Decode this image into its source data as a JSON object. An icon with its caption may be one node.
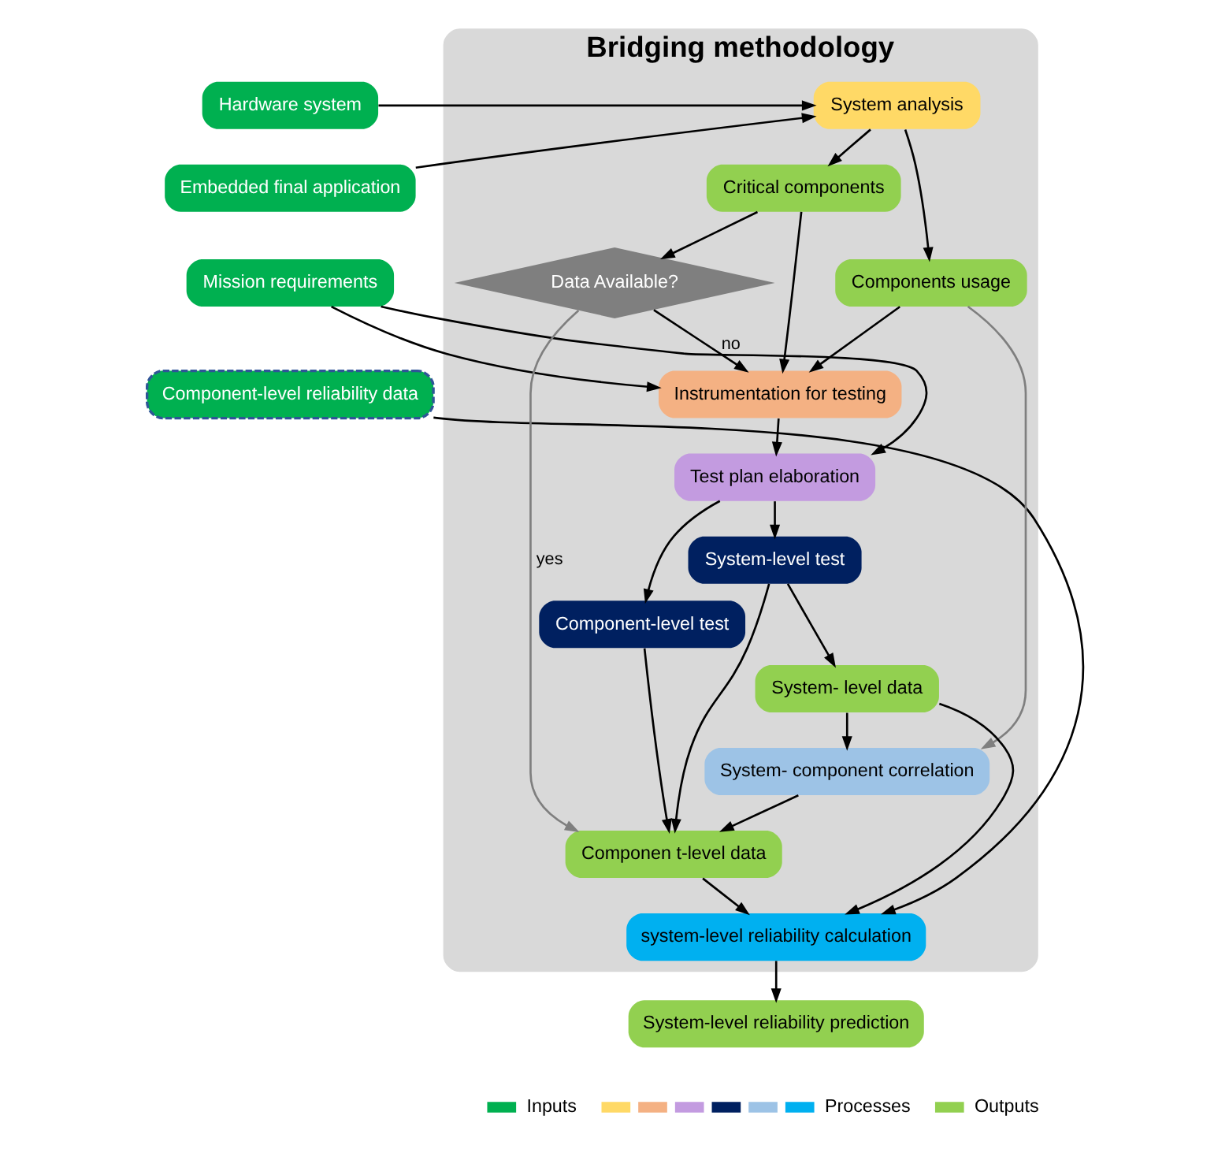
{
  "diagram": {
    "nodes": [
      {
        "text": [
          "Bridging methodology"
        ]
      },
      {
        "text": [
          "Hardware system"
        ]
      },
      {
        "text": [
          "Embedded final application"
        ]
      },
      {
        "text": [
          "System analysis"
        ],
        "in": 0
      },
      {
        "text": [
          "Critical components"
        ],
        "in": 0
      },
      {
        "text": [
          "Components usage"
        ],
        "in": 0
      },
      {
        "text": [
          "Data Available?"
        ],
        "in": 0
      },
      {
        "text": [
          "Instrumentation for testing"
        ],
        "in": 0
      },
      {
        "text": [
          "Test plan elaboration"
        ],
        "in": 0
      },
      {
        "text": [
          "Mission requirements"
        ]
      },
      {
        "text": [
          "Component-level test"
        ],
        "in": 0
      },
      {
        "text": [
          "System-level test"
        ],
        "in": 0
      },
      {
        "text": [
          "Component-level reliability data"
        ]
      },
      {
        "text": [
          "Componen t-level data"
        ],
        "in": 0
      },
      {
        "text": [
          "System- component correlation"
        ],
        "in": 0
      },
      {
        "text": [
          "System- level data"
        ],
        "in": 0
      },
      {
        "text": [
          "system-level reliability calculation"
        ],
        "in": 0
      },
      {
        "text": [
          "System-level reliability prediction"
        ]
      }
    ],
    "edges": [
      {
        "from": 1,
        "to": 3,
        "arrow": "to"
      },
      {
        "from": 2,
        "to": 3,
        "arrow": "to"
      },
      {
        "from": 3,
        "to": 4,
        "arrow": "to"
      },
      {
        "from": 3,
        "to": 5,
        "arrow": "to"
      },
      {
        "from": 4,
        "to": 6,
        "arrow": "to"
      },
      {
        "from": 4,
        "to": 7,
        "arrow": "to"
      },
      {
        "from": 6,
        "to": 13,
        "arrow": "to",
        "label": "yes",
        "color": "#7f7f7f"
      },
      {
        "from": 6,
        "to": 7,
        "arrow": "to",
        "label": "no"
      },
      {
        "from": 5,
        "to": 7,
        "arrow": "to"
      },
      {
        "from": 5,
        "to": 14,
        "arrow": "to",
        "color": "#7f7f7f"
      },
      {
        "from": 9,
        "to": 7,
        "arrow": "to"
      },
      {
        "from": 9,
        "to": 8,
        "arrow": "to"
      },
      {
        "from": 7,
        "to": 8,
        "arrow": "to"
      },
      {
        "from": 8,
        "to": 10,
        "arrow": "to"
      },
      {
        "from": 8,
        "to": 11,
        "arrow": "to"
      },
      {
        "from": 10,
        "to": 13,
        "arrow": "to"
      },
      {
        "from": 11,
        "to": 13,
        "arrow": "to"
      },
      {
        "from": 11,
        "to": 15,
        "arrow": "to"
      },
      {
        "from": 14,
        "to": 13,
        "arrow": "to"
      },
      {
        "from": 15,
        "to": 14,
        "arrow": "to"
      },
      {
        "from": 13,
        "to": 16,
        "arrow": "to"
      },
      {
        "from": 15,
        "to": 16,
        "arrow": "to"
      },
      {
        "from": 12,
        "to": 16,
        "arrow": "to"
      },
      {
        "from": 16,
        "to": 17,
        "arrow": "to"
      }
    ],
    "legend": [
      {
        "text": "Inputs",
        "color": "#00b050"
      },
      {
        "text": "Processes",
        "color": "#00b0f0"
      },
      {
        "text": "Outputs",
        "color": "#92d050"
      }
    ]
  }
}
